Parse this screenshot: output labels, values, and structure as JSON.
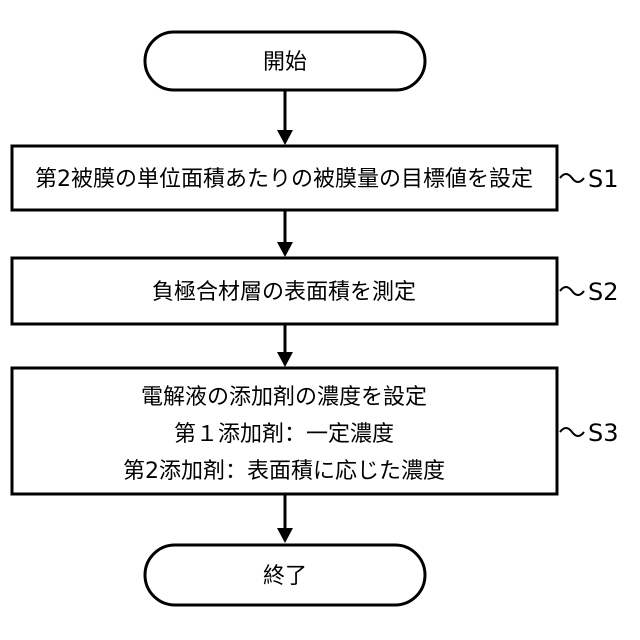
{
  "start": {
    "label": "開始"
  },
  "steps": [
    {
      "id": "S1",
      "lines": [
        "第2被膜の単位面積あたりの被膜量の目標値を設定"
      ]
    },
    {
      "id": "S2",
      "lines": [
        "負極合材層の表面積を測定"
      ]
    },
    {
      "id": "S3",
      "lines": [
        "電解液の添加剤の濃度を設定",
        "第１添加剤：一定濃度",
        "第2添加剤：表面積に応じた濃度"
      ]
    }
  ],
  "end": {
    "label": "終了"
  },
  "colors": {
    "stroke": "#000000",
    "fill": "#ffffff"
  }
}
